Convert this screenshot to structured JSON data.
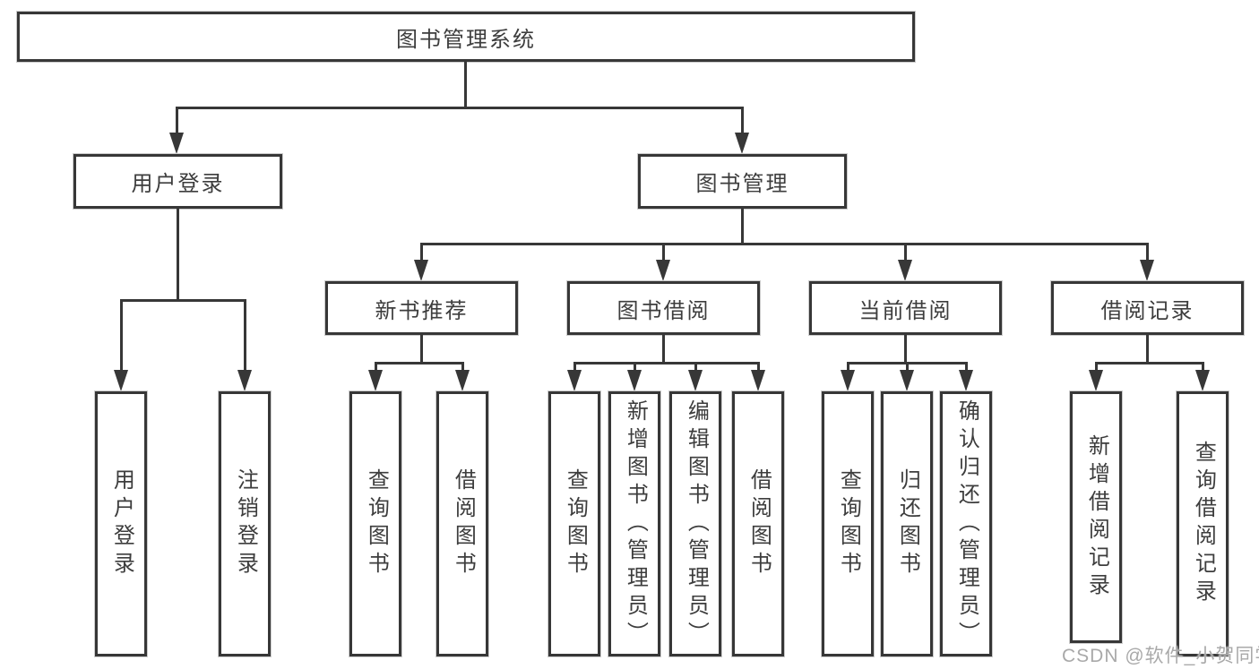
{
  "diagram": {
    "title": "图书管理系统",
    "root": "图书管理系统",
    "branches": [
      {
        "label": "用户登录",
        "children": [
          "用户登录",
          "注销登录"
        ]
      },
      {
        "label": "图书管理",
        "sections": [
          {
            "label": "新书推荐",
            "children": [
              "查询图书",
              "借阅图书"
            ]
          },
          {
            "label": "图书借阅",
            "children": [
              "查询图书",
              "新增图书（管理员）",
              "编辑图书（管理员）",
              "借阅图书"
            ]
          },
          {
            "label": "当前借阅",
            "children": [
              "查询图书",
              "归还图书",
              "确认归还（管理员）"
            ]
          },
          {
            "label": "借阅记录",
            "children": [
              "新增借阅记录",
              "查询借阅记录"
            ]
          }
        ]
      }
    ]
  },
  "watermark": "CSDN @软件_小贺同学",
  "colors": {
    "line": "#373737",
    "text": "#3d3d3d",
    "box_fill": "#ffffff",
    "box_edge_halo": "#cccccc",
    "watermark": "#a9a9a9",
    "background": "#ffffff"
  }
}
